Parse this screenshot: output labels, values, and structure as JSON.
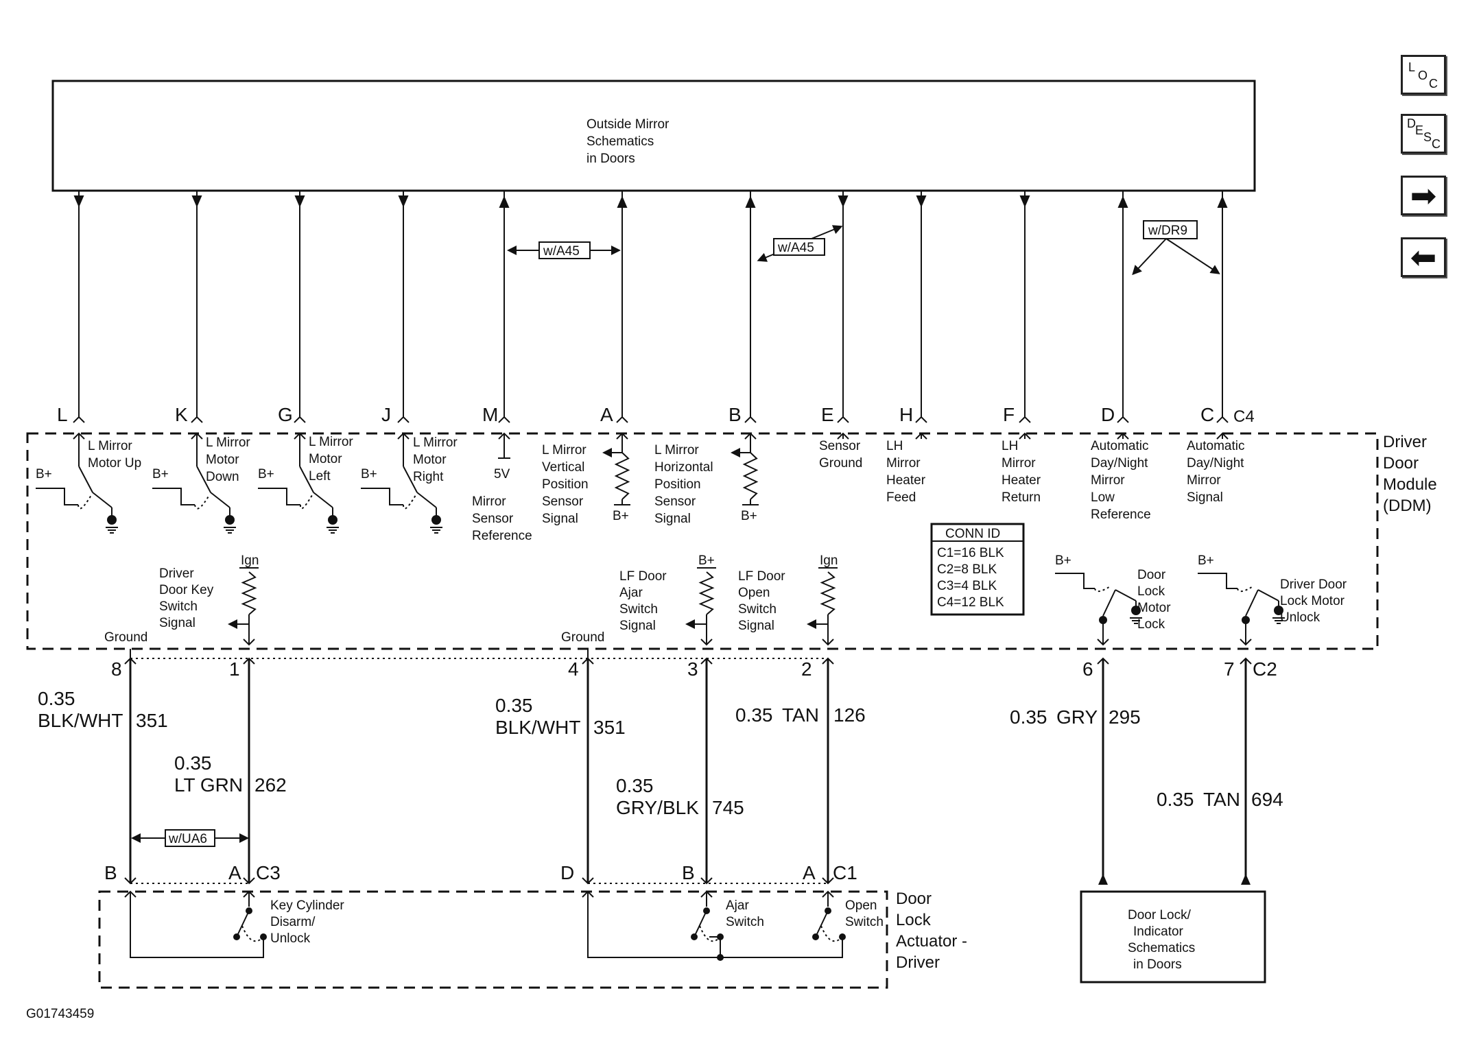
{
  "nav": {
    "loc": {
      "a": "L",
      "b": "O",
      "c": "C"
    },
    "desc": {
      "a": "D",
      "b": "E",
      "c": "S",
      "d": "C"
    },
    "forward_icon": "➡",
    "back_icon": "⬅"
  },
  "top_box": {
    "line1": "Outside Mirror",
    "line2": "Schematics",
    "line3": "in Doors"
  },
  "option_tags": {
    "a45_left": "w/A45",
    "a45_right": "w/A45",
    "dr9": "w/DR9",
    "ua6": "w/UA6"
  },
  "ddm": {
    "line1": "Driver",
    "line2": "Door",
    "line3": "Module",
    "line4": "(DDM)"
  },
  "top_pins": [
    {
      "pin": "L",
      "label": [
        "L Mirror",
        "Motor Up"
      ]
    },
    {
      "pin": "K",
      "label": [
        "L Mirror",
        "Motor",
        "Down"
      ]
    },
    {
      "pin": "G",
      "label": [
        "L Mirror",
        "Motor",
        "Left"
      ]
    },
    {
      "pin": "J",
      "label": [
        "L Mirror",
        "Motor",
        "Right"
      ]
    },
    {
      "pin": "M",
      "label": [
        "Mirror",
        "Sensor",
        "Reference"
      ]
    },
    {
      "pin": "A",
      "label": [
        "L Mirror",
        "Vertical",
        "Position",
        "Sensor",
        "Signal"
      ]
    },
    {
      "pin": "B",
      "label": [
        "L Mirror",
        "Horizontal",
        "Position",
        "Sensor",
        "Signal"
      ]
    },
    {
      "pin": "E",
      "label": [
        "Sensor",
        "Ground"
      ]
    },
    {
      "pin": "H",
      "label": [
        "LH",
        "Mirror",
        "Heater",
        "Feed"
      ]
    },
    {
      "pin": "F",
      "label": [
        "LH",
        "Mirror",
        "Heater",
        "Return"
      ]
    },
    {
      "pin": "D",
      "label": [
        "Automatic",
        "Day/Night",
        "Mirror",
        "Low",
        "Reference"
      ]
    },
    {
      "pin": "C",
      "label": [
        "Automatic",
        "Day/Night",
        "Mirror",
        "Signal"
      ]
    }
  ],
  "connector_c4": "C4",
  "b_plus": "B+",
  "five_volt": "5V",
  "ign": "Ign",
  "ground": "Ground",
  "conn_id": {
    "title": "CONN ID",
    "rows": [
      "C1=16 BLK",
      "C2=8 BLK",
      "C3=4 BLK",
      "C4=12 BLK"
    ]
  },
  "lower_labels": {
    "key_switch": [
      "Driver",
      "Door Key",
      "Switch",
      "Signal"
    ],
    "ajar_signal": [
      "LF Door",
      "Ajar",
      "Switch",
      "Signal"
    ],
    "open_signal": [
      "LF Door",
      "Open",
      "Switch",
      "Signal"
    ],
    "lock_motor": [
      "Door",
      "Lock",
      "Motor",
      "Lock"
    ],
    "unlock_motor": [
      "Driver Door",
      "Lock Motor",
      "Unlock"
    ]
  },
  "bottom_pins": {
    "p8": "8",
    "p1": "1",
    "p4": "4",
    "p3": "3",
    "p2": "2",
    "p6": "6",
    "p7": "7",
    "c2": "C2"
  },
  "wires": [
    {
      "gauge": "0.35",
      "color": "BLK/WHT",
      "circuit": "351"
    },
    {
      "gauge": "0.35",
      "color": "LT GRN",
      "circuit": "262"
    },
    {
      "gauge": "0.35",
      "color": "BLK/WHT",
      "circuit": "351"
    },
    {
      "gauge": "0.35",
      "color": "GRY/BLK",
      "circuit": "745"
    },
    {
      "gauge": "0.35",
      "color": "TAN",
      "circuit": "126"
    },
    {
      "gauge": "0.35",
      "color": "GRY",
      "circuit": "295"
    },
    {
      "gauge": "0.35",
      "color": "TAN",
      "circuit": "694"
    }
  ],
  "actuator_pins": {
    "b1": "B",
    "a1": "A",
    "c3": "C3",
    "d": "D",
    "b2": "B",
    "a2": "A",
    "c1": "C1"
  },
  "actuator_labels": {
    "key_cylinder": [
      "Key Cylinder",
      "Disarm/",
      "Unlock"
    ],
    "ajar": [
      "Ajar",
      "Switch"
    ],
    "open": [
      "Open",
      "Switch"
    ]
  },
  "actuator_title": {
    "line1": "Door",
    "line2": "Lock",
    "line3": "Actuator -",
    "line4": "Driver"
  },
  "lock_box": {
    "line1": "Door Lock/",
    "line2": "Indicator",
    "line3": "Schematics",
    "line4": "in Doors"
  },
  "figure_id": "G01743459"
}
